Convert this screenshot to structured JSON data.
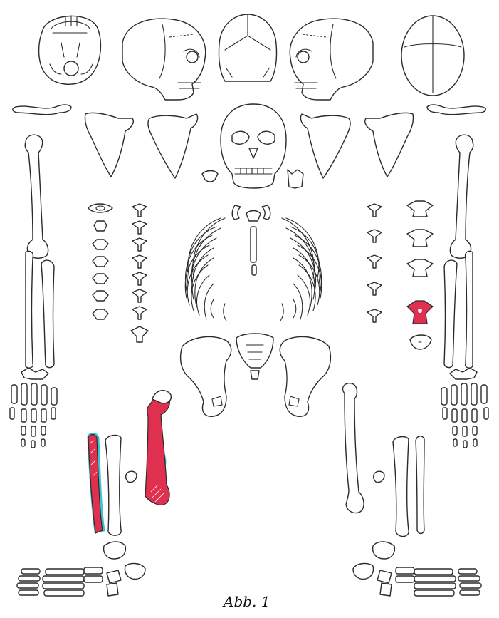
{
  "caption": "Abb. 1",
  "colors": {
    "outline": "#2a2a2a",
    "affected_red": "#e0304f",
    "affected_cyan": "#3cc4cf",
    "background": "#ffffff"
  },
  "highlighted_elements": [
    "left-tibia",
    "left-femur",
    "lumbar-vertebra-4"
  ]
}
